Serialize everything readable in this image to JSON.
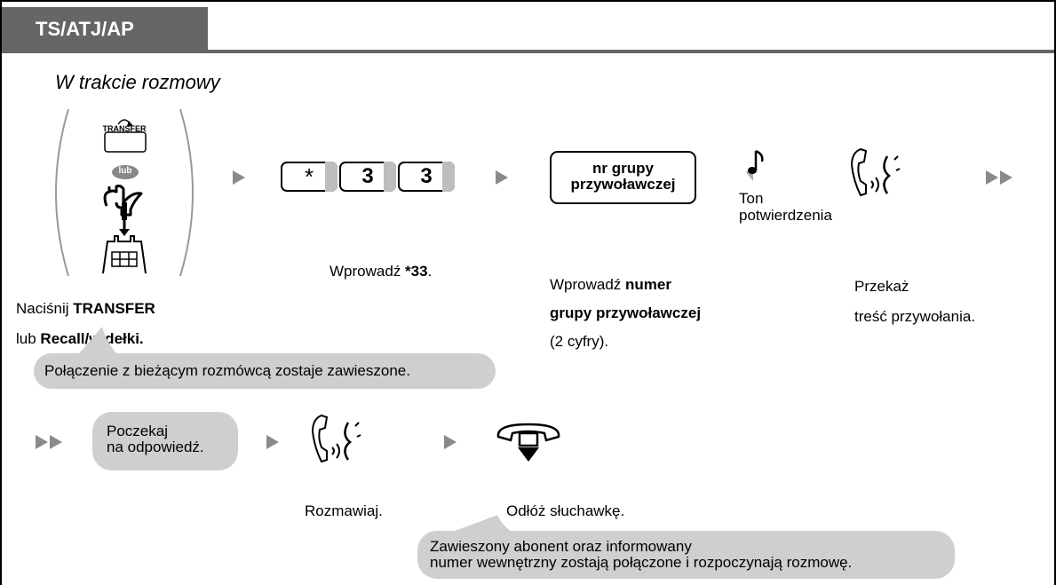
{
  "header": {
    "title": "TS/ATJ/AP"
  },
  "subtitle": "W trakcie rozmowy",
  "step1": {
    "transfer_button_label": "TRANSFER",
    "or_badge": "lub",
    "caption_line1_prefix": "Naciśnij ",
    "caption_line1_bold": "TRANSFER",
    "caption_line2_prefix": "lub ",
    "caption_line2_bold": "Recall/widełki."
  },
  "step2": {
    "keys": [
      "*",
      "3",
      "3"
    ],
    "caption_prefix": "Wprowadź ",
    "caption_bold": "*33",
    "caption_suffix": "."
  },
  "step3": {
    "box_line1": "nr grupy",
    "box_line2": "przywoławczej",
    "caption_line1_prefix": "Wprowadź ",
    "caption_line1_bold": "numer",
    "caption_line2_bold": "grupy przywoławczej",
    "caption_line3": "(2 cyfry)."
  },
  "step4": {
    "tone_label_line1": "Ton",
    "tone_label_line2": "potwierdzenia"
  },
  "step5": {
    "caption_line1": "Przekaż",
    "caption_line2": "treść przywołania."
  },
  "bubble_hold": "Połączenie z bieżącym rozmówcą zostaje zawieszone.",
  "row2": {
    "wait_bubble_line1": "Poczekaj",
    "wait_bubble_line2": "na odpowiedź.",
    "talk_caption": "Rozmawiaj.",
    "hangup_caption": "Odłóż słuchawkę.",
    "final_bubble_line1": "Zawieszony abonent oraz informowany",
    "final_bubble_line2": "numer wewnętrzny zostają połączone i rozpoczynają rozmowę."
  },
  "colors": {
    "header": "#666666",
    "bubble": "#cfcfcf",
    "arrow": "#8a8a8a"
  }
}
